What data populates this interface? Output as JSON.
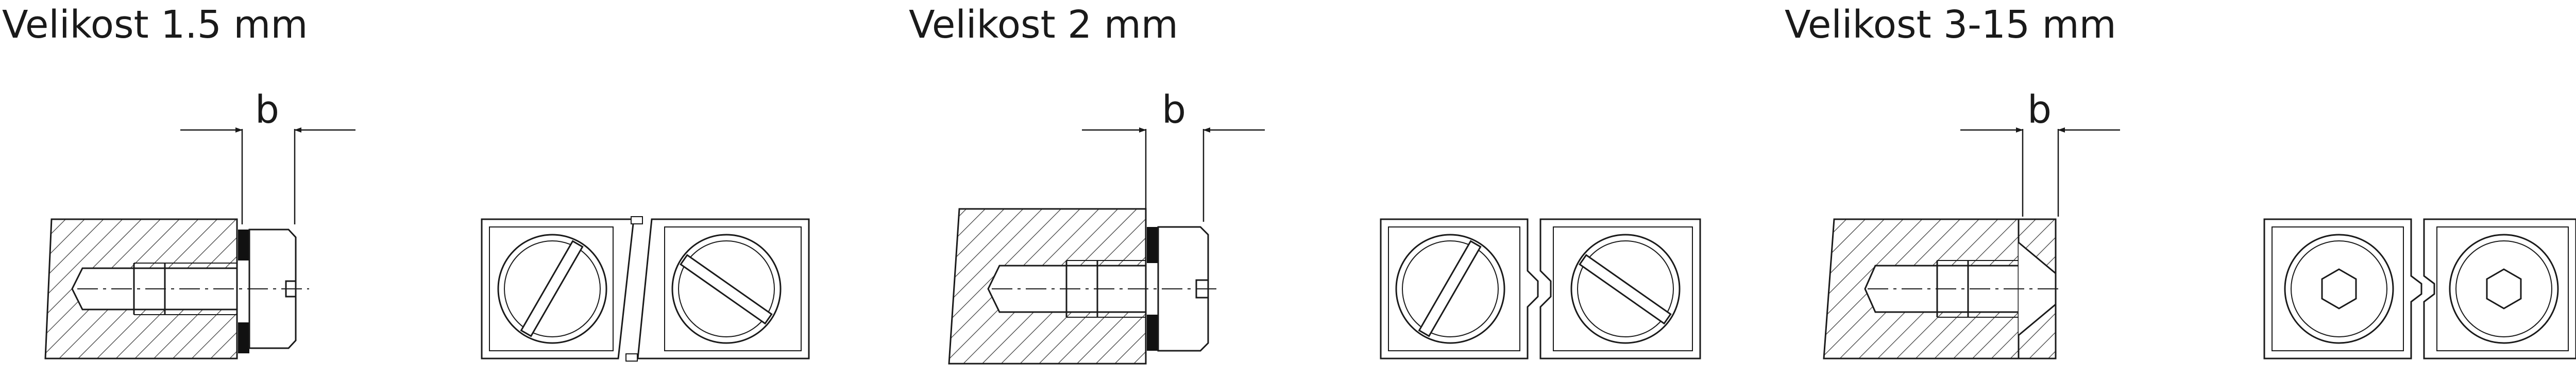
{
  "figure": {
    "sizes": [
      {
        "title": "Velikost 1.5 mm",
        "dimension_label": "b",
        "head_view": "slotted-screw"
      },
      {
        "title": "Velikost 2 mm",
        "dimension_label": "b",
        "head_view": "slotted-screw"
      },
      {
        "title": "Velikost 3-15 mm",
        "dimension_label": "b",
        "head_view": "hex-socket"
      }
    ]
  }
}
